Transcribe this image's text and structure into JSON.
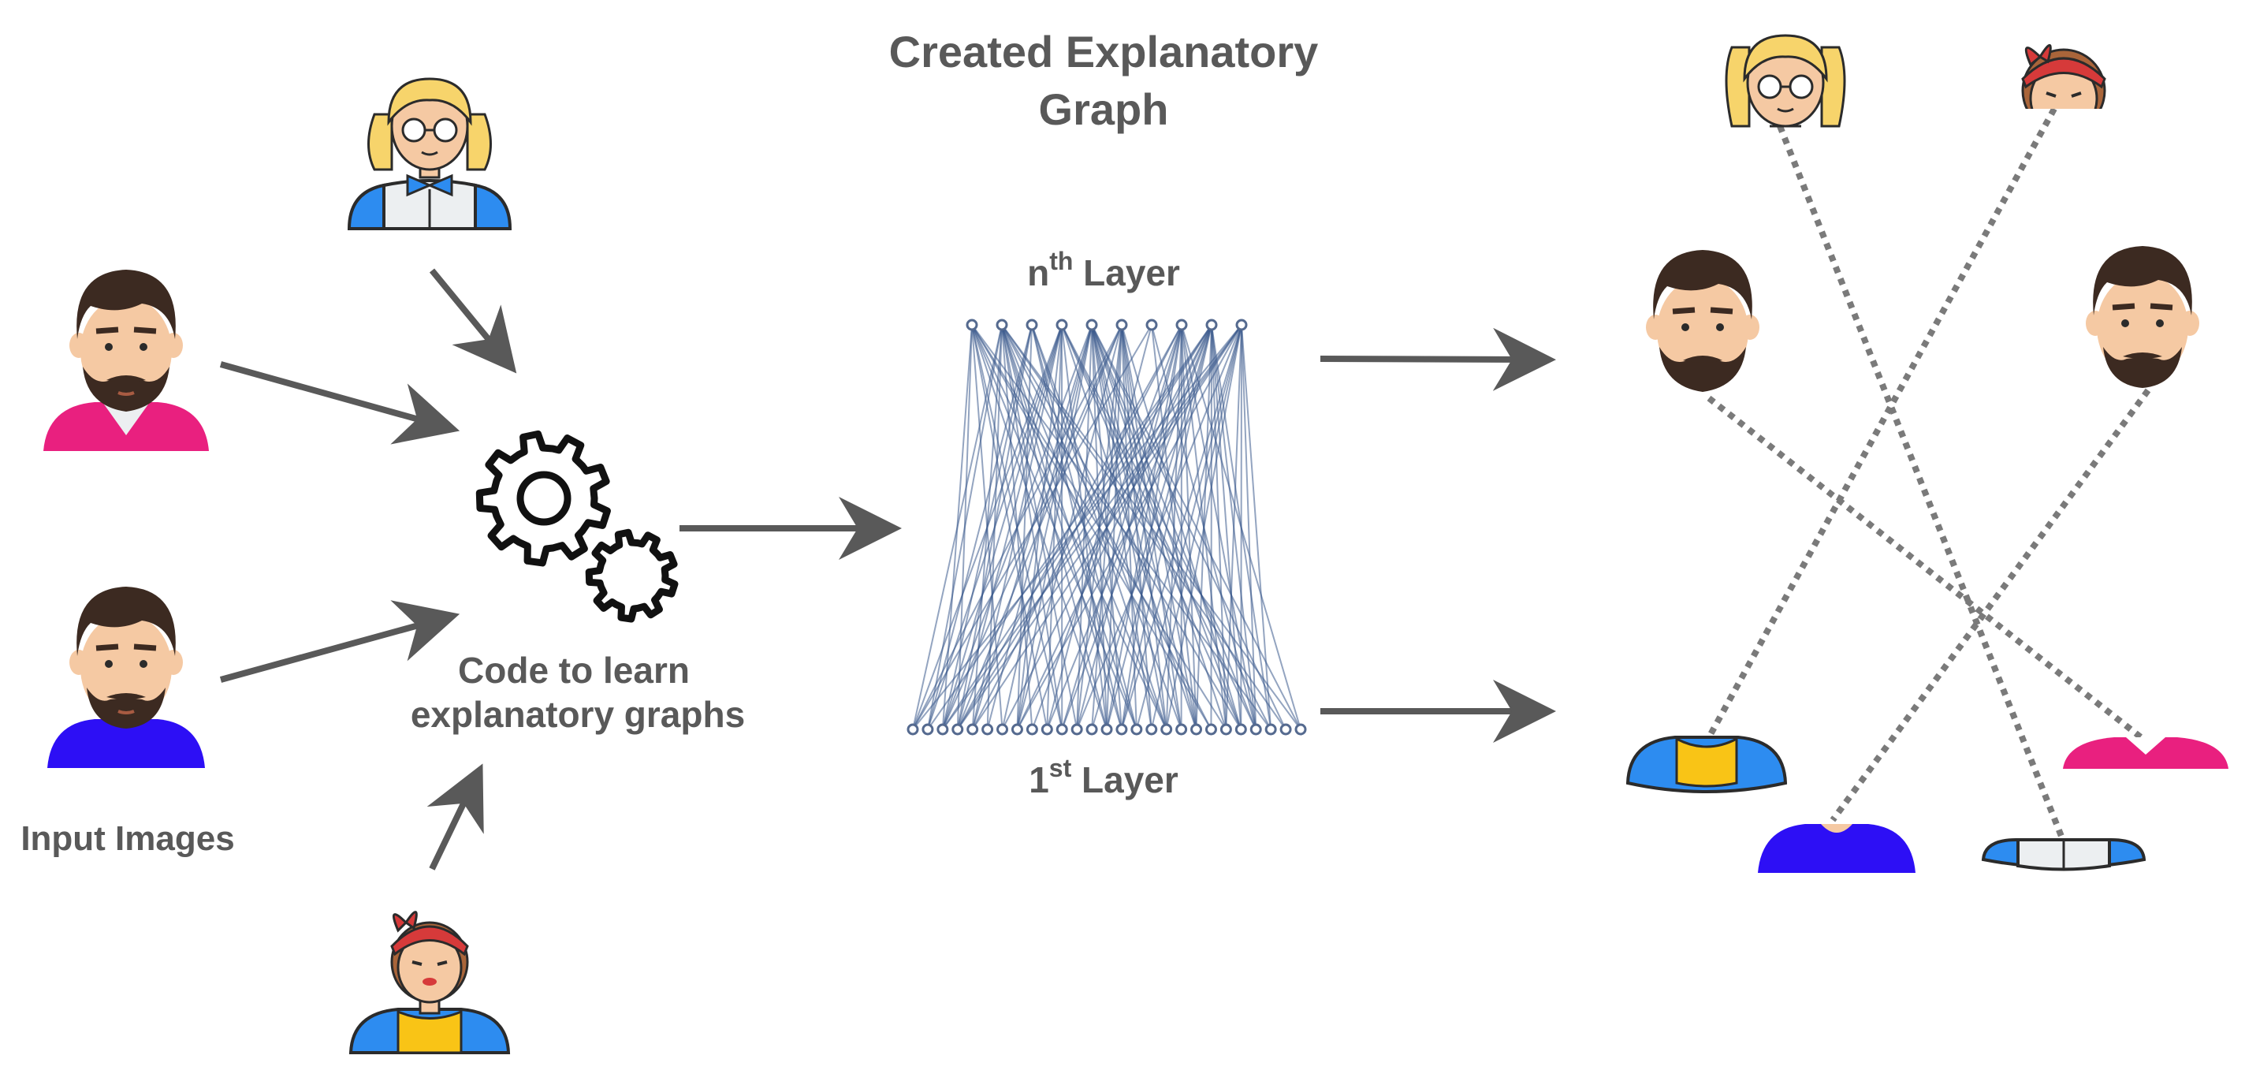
{
  "title": {
    "line1": "Created Explanatory",
    "line2": "Graph"
  },
  "input_label": "Input Images",
  "code_label": {
    "line1": "Code to learn",
    "line2": "explanatory graphs"
  },
  "layer_top": {
    "prefix": "n",
    "sup": "th",
    "suffix": " Layer"
  },
  "layer_bottom": {
    "prefix": "1",
    "sup": "st",
    "suffix": " Layer"
  },
  "icons": {
    "gear": "gears-icon",
    "avatars": [
      "girl-glasses-avatar",
      "man-pink-shirt-avatar",
      "man-blue-shirt-avatar",
      "woman-bandana-avatar"
    ]
  },
  "network": {
    "top_nodes": 10,
    "bottom_nodes": 27
  },
  "colors": {
    "text": "#595959",
    "arrow": "#595959",
    "network_line": "#3b5a8c",
    "skin": "#f5c9a3",
    "hair_dark": "#3c2a21",
    "hair_blonde": "#f7d46b",
    "hair_brown": "#a9653a",
    "bandana": "#d63a3a",
    "pink": "#e9207f",
    "blue_shirt": "#2d0ff5",
    "light_blue": "#2d8cf0",
    "yellow": "#f9c416",
    "white_shirt": "#eceff1",
    "outline": "#2b2b2b"
  }
}
